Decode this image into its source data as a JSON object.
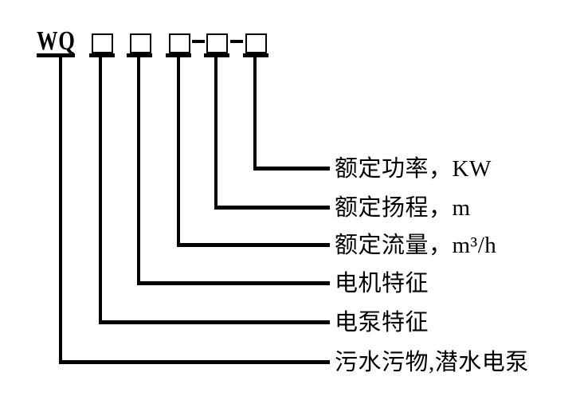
{
  "diagram": {
    "code": "WQ",
    "box_count": 5,
    "separator": "-",
    "separator_after_boxes": [
      3,
      4
    ],
    "colors": {
      "ink": "#000000",
      "background": "#ffffff"
    },
    "labels": [
      "额定功率，KW",
      "额定扬程，m",
      "额定流量，m³/h",
      "电机特征",
      "电泵特征",
      "污水污物,潜水电泵"
    ]
  }
}
